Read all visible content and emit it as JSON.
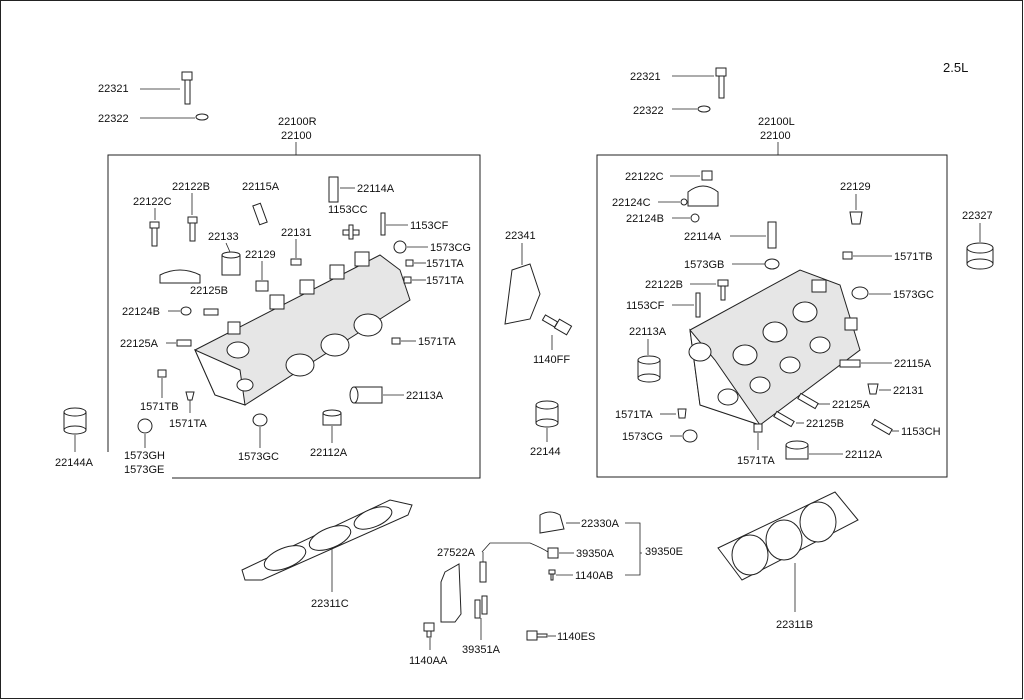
{
  "engine": "2.5L",
  "labels": {
    "l22321a": "22321",
    "l22322a": "22322",
    "l22100R": "22100R",
    "l22100a": "22100",
    "l22122B_R": "22122B",
    "l22122C_R": "22122C",
    "l22115A_R": "22115A",
    "l22114A_R": "22114A",
    "l1153CC": "1153CC",
    "l1153CF_R": "1153CF",
    "l22133": "22133",
    "l22131_R": "22131",
    "l22129_R": "22129",
    "l1573CG_R": "1573CG",
    "l1571TA_R1": "1571TA",
    "l1571TA_R2": "1571TA",
    "l22125B_R": "22125B",
    "l22124B_R": "22124B",
    "l22125A_R": "22125A",
    "l1571TA_R3": "1571TA",
    "l1571TB_R": "1571TB",
    "l1571TA_R4": "1571TA",
    "l22113A_R": "22113A",
    "l1573GH": "1573GH",
    "l1573GE": "1573GE",
    "l1573GC_R": "1573GC",
    "l22112A_R": "22112A",
    "l22144A": "22144A",
    "l22341": "22341",
    "l1140FF": "1140FF",
    "l22144": "22144",
    "l22321b": "22321",
    "l22322b": "22322",
    "l22100L": "22100L",
    "l22100b": "22100",
    "l22122C_L": "22122C",
    "l22124C": "22124C",
    "l22124B_L": "22124B",
    "l22129_L": "22129",
    "l22327": "22327",
    "l22114A_L": "22114A",
    "l1571TB_L": "1571TB",
    "l1573GB": "1573GB",
    "l22122B_L": "22122B",
    "l1573GC_L": "1573GC",
    "l1153CF_L": "1153CF",
    "l22113A_L": "22113A",
    "l22115A_L": "22115A",
    "l22131_L": "22131",
    "l22125A_L": "22125A",
    "l1571TA_L1": "1571TA",
    "l22125B_L": "22125B",
    "l1573CG_L": "1573CG",
    "l1153CH": "1153CH",
    "l1571TA_L2": "1571TA",
    "l22112A_L": "22112A",
    "l22311C": "22311C",
    "l22330A": "22330A",
    "l27522A": "27522A",
    "l39350A": "39350A",
    "l39350E": "39350E",
    "l1140AB": "1140AB",
    "l39351A": "39351A",
    "l1140ES": "1140ES",
    "l1140AA": "1140AA",
    "l22311B": "22311B"
  }
}
